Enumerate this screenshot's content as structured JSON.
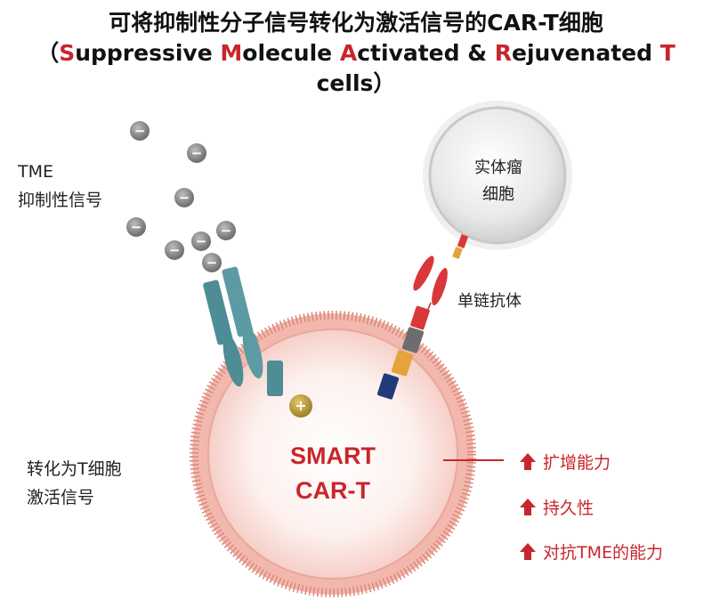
{
  "title": {
    "line1": "可将抑制性分子信号转化为激活信号的CAR-T细胞",
    "line2_prefix": "（",
    "line2_parts": [
      {
        "text": "S",
        "red": true
      },
      {
        "text": "uppressive ",
        "red": false
      },
      {
        "text": "M",
        "red": true
      },
      {
        "text": "olecule ",
        "red": false
      },
      {
        "text": "A",
        "red": true
      },
      {
        "text": "ctivated & ",
        "red": false
      },
      {
        "text": "R",
        "red": true
      },
      {
        "text": "ejuvenated ",
        "red": false
      },
      {
        "text": "T",
        "red": true
      }
    ],
    "line3": "cells）"
  },
  "labels": {
    "tme_line1": "TME",
    "tme_line2": "抑制性信号",
    "tumor_line1": "实体瘤",
    "tumor_line2": "细胞",
    "scfv": "单链抗体",
    "activation_line1": "转化为T细胞",
    "activation_line2": "激活信号",
    "cell_line1": "SMART",
    "cell_line2": "CAR-T",
    "minus_sign": "−",
    "plus_sign": "+"
  },
  "benefits": [
    {
      "label": "扩增能力"
    },
    {
      "label": "持久性"
    },
    {
      "label": "对抗TME的能力"
    }
  ],
  "colors": {
    "accent_red": "#c8262c",
    "receptor_teal": "#4e8d95",
    "membrane_pink": "#e9a79d",
    "cell_fill": "#fbe6e2"
  }
}
